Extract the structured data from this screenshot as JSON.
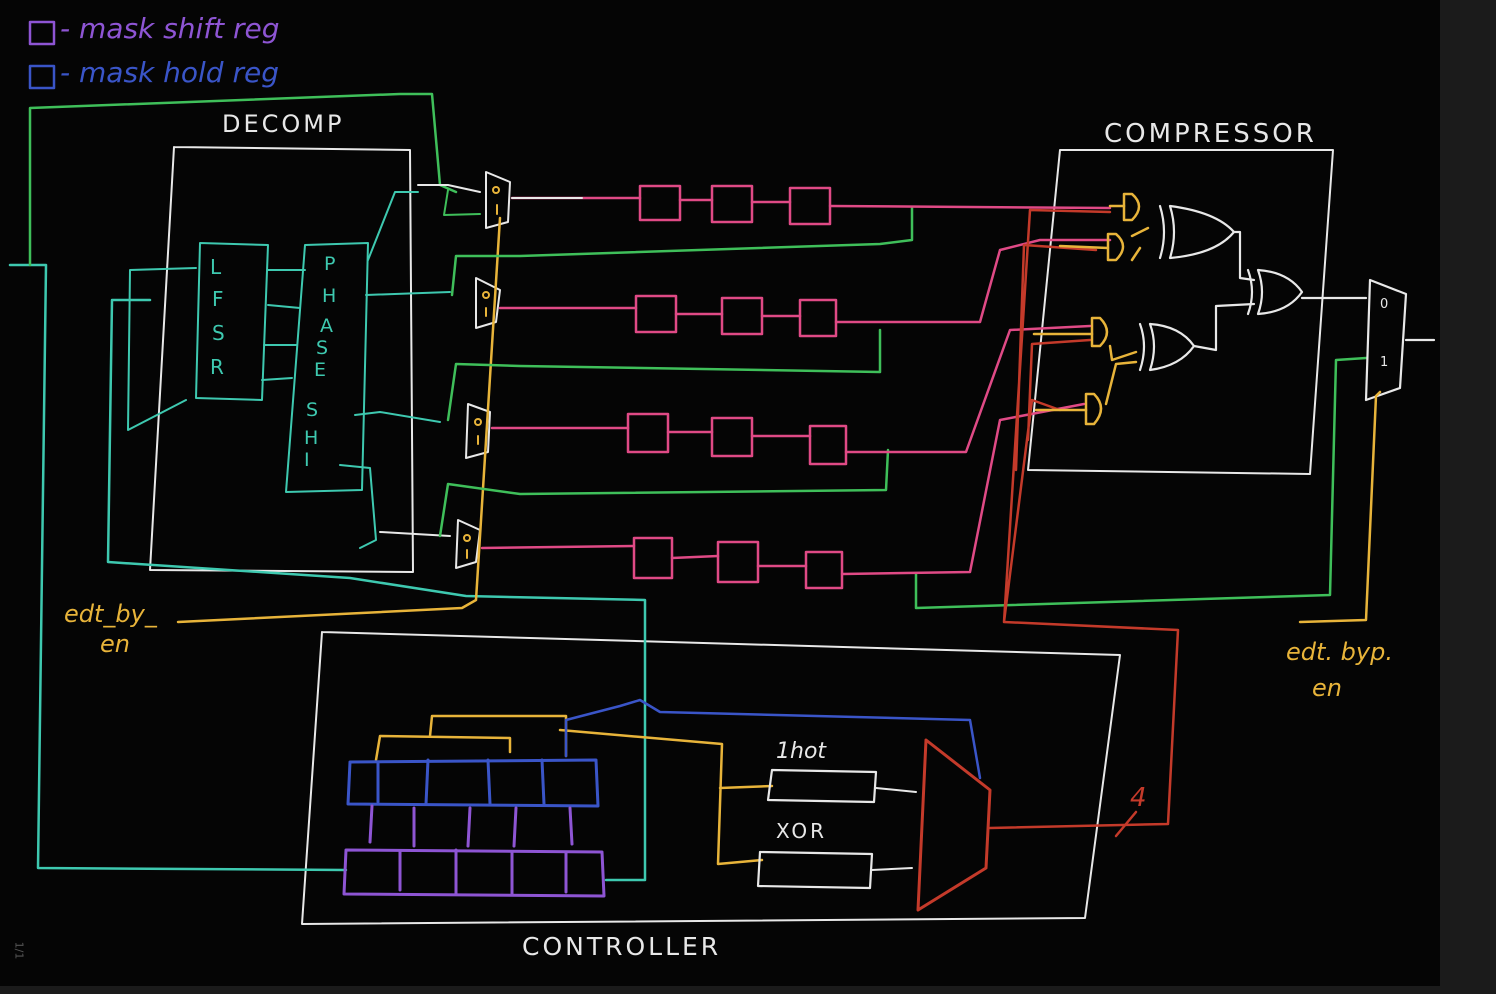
{
  "legend": [
    {
      "text": "- mask shift reg",
      "color": "#8e55d4"
    },
    {
      "text": "- mask hold reg",
      "color": "#3a55c8"
    }
  ],
  "labels": {
    "decomp": "DECOMP",
    "compressor": "COMPRESSOR",
    "controller": "CONTROLLER",
    "lfsr": [
      "L",
      "F",
      "S",
      "R"
    ],
    "phase_shift": [
      "P",
      "H",
      "A",
      "S",
      "E",
      "S",
      "H",
      "I"
    ],
    "onehot": "1hot",
    "xor": "XOR",
    "bus_width": "4",
    "edt_left_line1": "edt_by_",
    "edt_left_line2": "en",
    "edt_right_line1": "edt. byp.",
    "edt_right_line2": "en",
    "mux_in0": "0",
    "mux_in1": "1",
    "page_indicator": "1/1"
  },
  "colors": {
    "background": "#050505",
    "white": "#e8e8e8",
    "teal": "#3ec9b0",
    "green": "#3fbf5a",
    "pink": "#e04a86",
    "yellow": "#e8b43a",
    "blue": "#3a55c8",
    "purple": "#8e55d4",
    "red": "#c43a2a"
  }
}
